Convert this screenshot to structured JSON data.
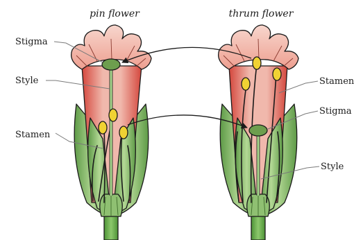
{
  "titles": {
    "pin": "pin flower",
    "thrum": "thrum flower"
  },
  "labels": {
    "pin_stigma": "Stigma",
    "pin_style": "Style",
    "pin_stamen": "Stamen",
    "thrum_stamen": "Stamen",
    "thrum_stigma": "Stigma",
    "thrum_style": "Style"
  },
  "colors": {
    "petal_light": "#f4c7bc",
    "petal_mid": "#eb9c8d",
    "corolla_dark": "#d9584b",
    "sepal_green": "#6fa858",
    "sepal_light": "#a9d08c",
    "stem_green": "#58a040",
    "anther_yellow": "#f0d233",
    "stigma_green": "#6d9e4e",
    "ovary_green": "#8fc072"
  }
}
